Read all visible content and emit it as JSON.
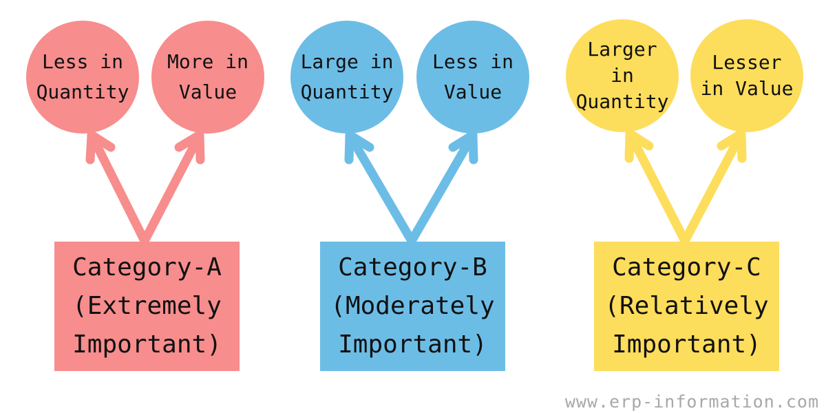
{
  "colors": {
    "category_a": "#f78d8d",
    "category_b": "#6cbde6",
    "category_c": "#fddd5c"
  },
  "groups": [
    {
      "box_label": "Category-A\n(Extremely\n Important)",
      "left_circle": "Less in\nQuantity",
      "right_circle": "More in\nValue"
    },
    {
      "box_label": "Category-B\n(Moderately\n Important)",
      "left_circle": "Large in\nQuantity",
      "right_circle": "Less in\nValue"
    },
    {
      "box_label": "Category-C\n(Relatively\n Important)",
      "left_circle": "Larger\nin\nQuantity",
      "right_circle": "Lesser\nin Value"
    }
  ],
  "watermark": "www.erp-information.com"
}
